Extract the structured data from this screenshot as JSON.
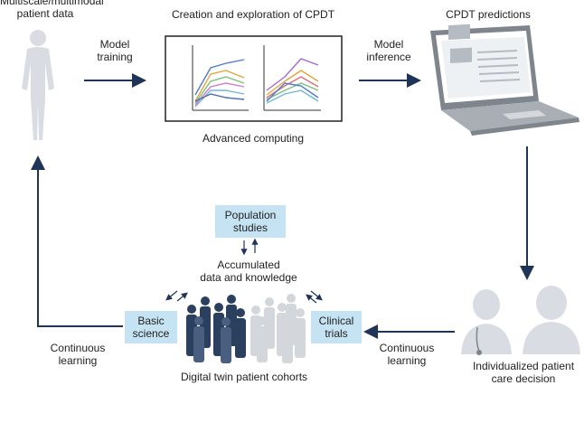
{
  "stages": {
    "patient_data": {
      "line1": "Multiscale/multimodal",
      "line2": "patient data"
    },
    "model_training": {
      "line1": "Model",
      "line2": "training"
    },
    "creation": {
      "title": "Creation and exploration of CPDT",
      "caption": "Advanced computing"
    },
    "model_inference": {
      "line1": "Model",
      "line2": "inference"
    },
    "predictions": {
      "title": "CPDT predictions"
    },
    "decision": {
      "line1": "Individualized patient",
      "line2": "care decision"
    }
  },
  "center": {
    "population": {
      "line1": "Population",
      "line2": "studies"
    },
    "accumulated": {
      "line1": "Accumulated",
      "line2": "data and knowledge"
    },
    "basic_science": {
      "line1": "Basic",
      "line2": "science"
    },
    "clinical_trials": {
      "line1": "Clinical",
      "line2": "trials"
    },
    "cohorts": "Digital twin patient cohorts"
  },
  "loops": {
    "left_learning": {
      "line1": "Continuous",
      "line2": "learning"
    },
    "right_learning": {
      "line1": "Continuous",
      "line2": "learning"
    }
  },
  "colors": {
    "arrow": "#1f3557",
    "box_fill": "#c5e3f3",
    "figure_light": "#d9dde3",
    "cohort_dark": "#2b3f5f",
    "cohort_light": "#d3d6da"
  },
  "icons": [
    "human-figure-icon",
    "laptop-icon",
    "doctor-icon",
    "patient-icon",
    "crowd-icon"
  ]
}
